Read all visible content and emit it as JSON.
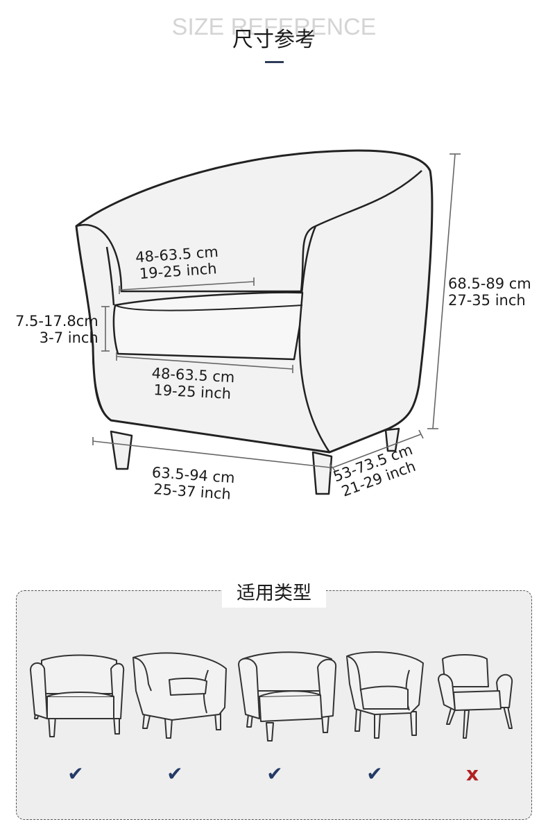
{
  "header": {
    "title_en": "SIZE REFERENCE",
    "title_cn": "尺寸参考"
  },
  "dimensions": {
    "back_width": {
      "cm": "48-63.5 cm",
      "inch": "19-25 inch"
    },
    "cushion_thickness": {
      "cm": "7.5-17.8cm",
      "inch": "3-7 inch"
    },
    "seat_width": {
      "cm": "48-63.5 cm",
      "inch": "19-25 inch"
    },
    "total_height": {
      "cm": "68.5-89 cm",
      "inch": "27-35 inch"
    },
    "total_width": {
      "cm": "63.5-94 cm",
      "inch": "25-37 inch"
    },
    "depth": {
      "cm": "53-73.5 cm",
      "inch": "21-29 inch"
    }
  },
  "applicable": {
    "title": "适用类型",
    "items": [
      {
        "name": "rolled-arm-club-chair",
        "mark": "✔",
        "fits": true
      },
      {
        "name": "tub-chair-cushion",
        "mark": "✔",
        "fits": true
      },
      {
        "name": "chesterfield-tub-chair",
        "mark": "✔",
        "fits": true
      },
      {
        "name": "barrel-chair",
        "mark": "✔",
        "fits": true
      },
      {
        "name": "mid-century-armchair",
        "mark": "x",
        "fits": false
      }
    ]
  },
  "colors": {
    "accent": "#2b3b58",
    "check": "#243a66",
    "cross": "#b22222",
    "panel_bg": "#eeeeee",
    "chair_fill": "#f2f2f2",
    "outline": "#222222"
  }
}
